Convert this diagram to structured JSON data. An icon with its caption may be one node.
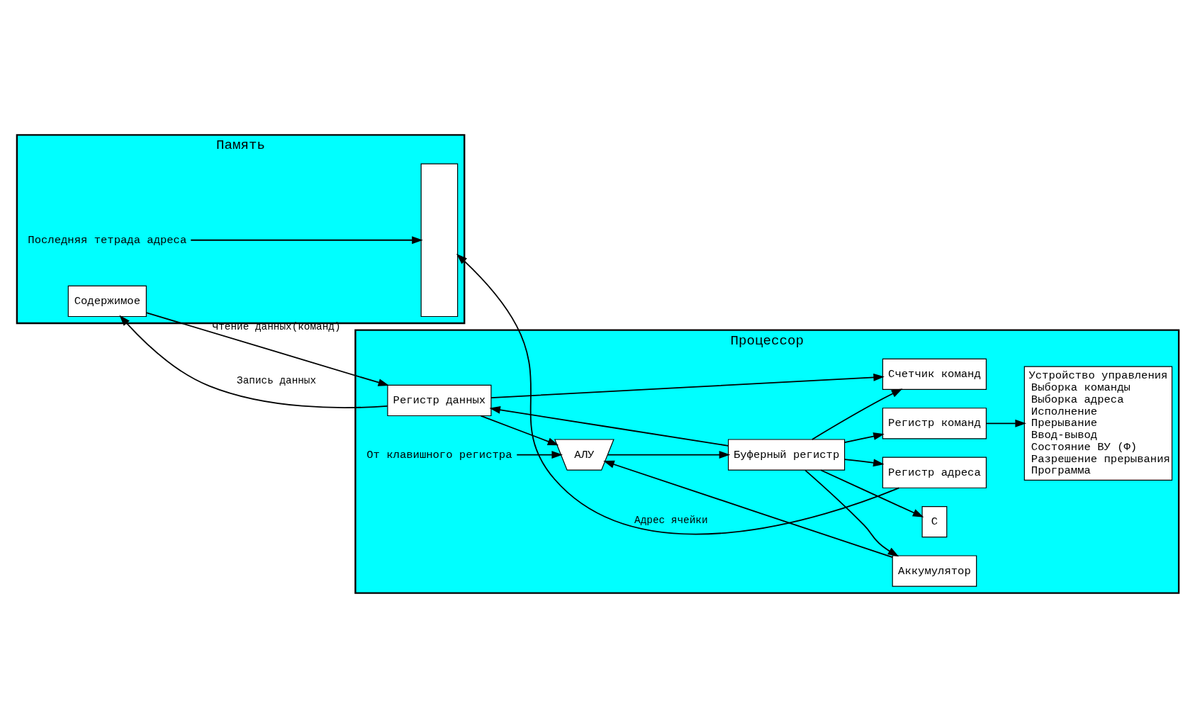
{
  "diagram": {
    "nodes": [
      {
        "text": [
          "Память"
        ]
      },
      {
        "text": [],
        "shape": "box",
        "in": 0
      },
      {
        "text": [
          "Содержимое"
        ],
        "in": 0
      },
      {
        "text": [
          "Последняя тетрада адреса"
        ],
        "in": 0
      },
      {
        "text": [
          "Процессор"
        ]
      },
      {
        "text": [
          "Регистр адреса"
        ],
        "in": 4
      },
      {
        "text": [
          "Регистр команд"
        ],
        "in": 4
      },
      {
        "text": [
          "Устройство управления",
          "Выборка команды",
          "Выборка адреса",
          "Исполнение",
          "Прерывание",
          "Ввод-вывод",
          "Состояние ВУ (Ф)",
          "Разрешение прерывания",
          "Программа"
        ],
        "in": 4
      },
      {
        "text": [
          "Регистр данных"
        ],
        "in": 4
      },
      {
        "text": [
          "Счетчик команд"
        ],
        "in": 4
      },
      {
        "text": [
          "АЛУ"
        ],
        "in": 4
      },
      {
        "text": [
          "Буферный регистр"
        ],
        "in": 4
      },
      {
        "text": [
          "Аккумулятор"
        ],
        "in": 4
      },
      {
        "text": [
          "С"
        ],
        "in": 4
      },
      {
        "text": [
          "От клавишного регистра"
        ],
        "in": 4
      }
    ],
    "edges": [
      {
        "from": 5,
        "to": 1,
        "arrow": "to",
        "label": "Адрес ячейки"
      },
      {
        "from": 3,
        "to": 1,
        "arrow": "to"
      },
      {
        "from": 2,
        "to": 8,
        "arrow": "to",
        "label": "Чтение данных(команд)"
      },
      {
        "from": 8,
        "to": 2,
        "arrow": "to",
        "label": "Запись данных"
      },
      {
        "from": 11,
        "to": 5,
        "arrow": "to"
      },
      {
        "from": 11,
        "to": 6,
        "arrow": "to"
      },
      {
        "from": 11,
        "to": 8,
        "arrow": "to"
      },
      {
        "from": 11,
        "to": 9,
        "arrow": "to"
      },
      {
        "from": 11,
        "to": 12,
        "arrow": "to"
      },
      {
        "from": 6,
        "to": 7,
        "arrow": "to"
      },
      {
        "from": 8,
        "to": 9,
        "arrow": "to"
      },
      {
        "from": 8,
        "to": 10,
        "arrow": "to"
      },
      {
        "from": 12,
        "to": 10,
        "arrow": "to"
      },
      {
        "from": 14,
        "to": 10,
        "arrow": "to"
      },
      {
        "from": 10,
        "to": 11,
        "arrow": "to"
      },
      {
        "from": 11,
        "to": 13,
        "arrow": "to"
      }
    ]
  }
}
